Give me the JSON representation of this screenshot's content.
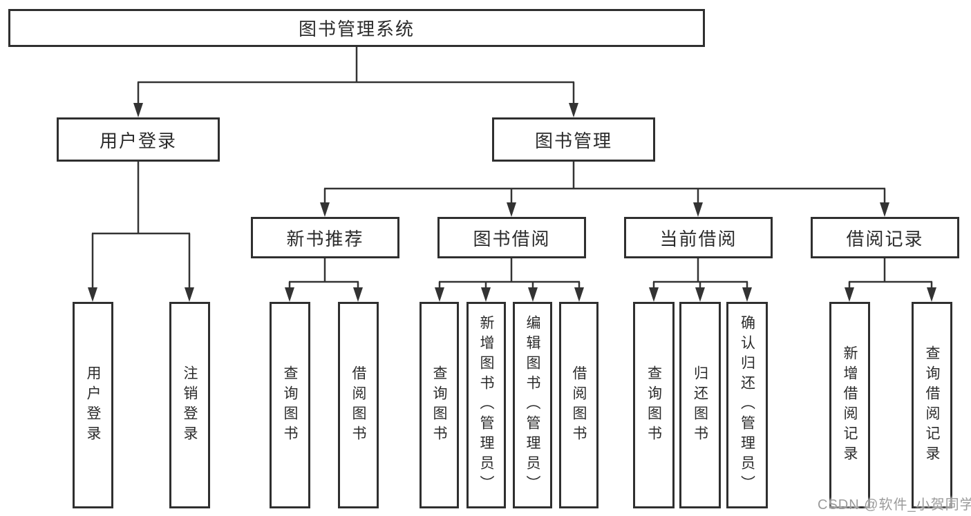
{
  "diagram": {
    "title_node": "图书管理系统",
    "level1": {
      "user_login": "用户登录",
      "book_management": "图书管理"
    },
    "level2": {
      "new_books": "新书推荐",
      "book_borrowing": "图书借阅",
      "current_borrowing": "当前借阅",
      "borrowing_records": "借阅记录"
    },
    "leaves": {
      "user_login": [
        "用户登录",
        "注销登录"
      ],
      "new_books": [
        "查询图书",
        "借阅图书"
      ],
      "book_borrowing": [
        "查询图书",
        "新增图书（管理员）",
        "编辑图书（管理员）",
        "借阅图书"
      ],
      "current_borrowing": [
        "查询图书",
        "归还图书",
        "确认归还（管理员）"
      ],
      "borrowing_records": [
        "新增借阅记录",
        "查询借阅记录"
      ]
    }
  },
  "watermark": {
    "text": "CSDN @软件_小贺同学",
    "color": "#9b9b9b"
  },
  "colors": {
    "line": "#333333",
    "box_border": "#2f2f2f",
    "text": "#2b2b2b",
    "background": "#ffffff"
  }
}
